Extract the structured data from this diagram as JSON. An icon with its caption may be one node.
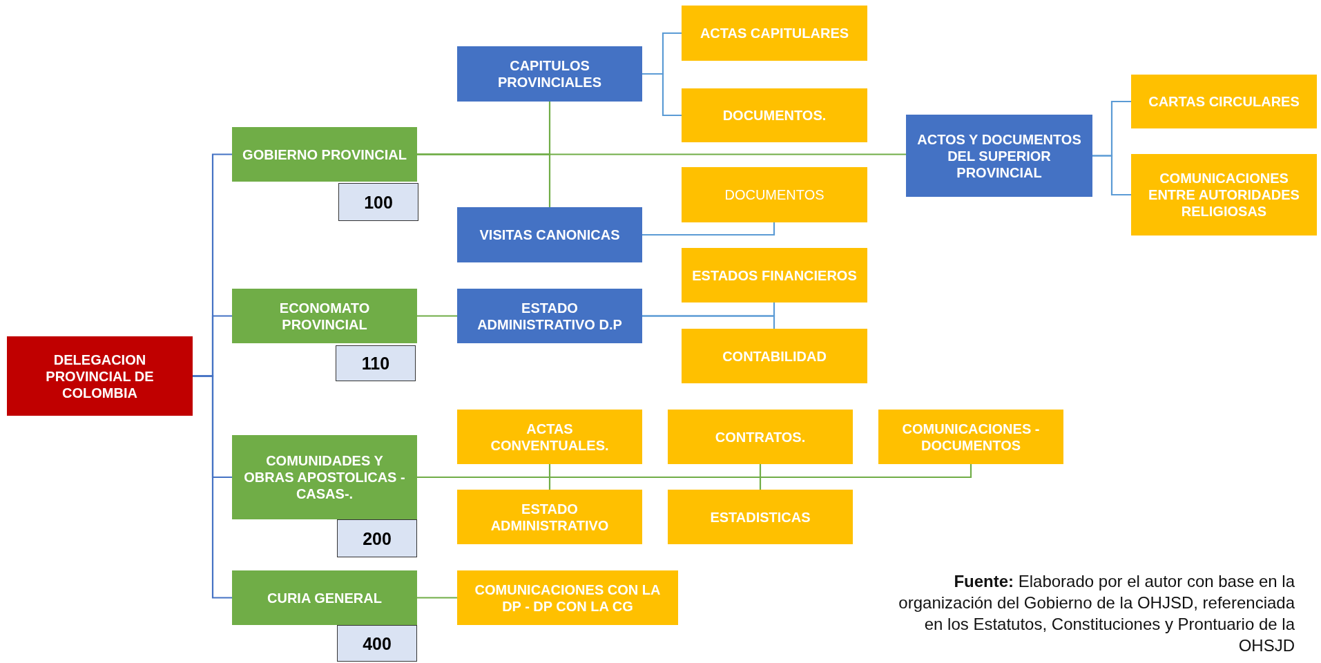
{
  "diagram": {
    "caption": "**Fuente:** Elaborado por el autor con base en la organización del Gobierno de la OHJSD, referenciada en los Estatutos, Constituciones y Prontuario de la OHSJD",
    "nodes": [
      {
        "text": [
          "DELEGACION PROVINCIAL DE COLOMBIA"
        ]
      },
      {
        "text": [
          "GOBIERNO PROVINCIAL"
        ]
      },
      {
        "text": [
          "100"
        ]
      },
      {
        "text": [
          "CAPITULOS PROVINCIALES"
        ]
      },
      {
        "text": [
          "VISITAS CANONICAS"
        ]
      },
      {
        "text": [
          "ACTAS CAPITULARES"
        ]
      },
      {
        "text": [
          "DOCUMENTOS."
        ]
      },
      {
        "text": [
          "DOCUMENTOS"
        ]
      },
      {
        "text": [
          "ACTOS Y DOCUMENTOS DEL SUPERIOR PROVINCIAL"
        ]
      },
      {
        "text": [
          "CARTAS CIRCULARES"
        ]
      },
      {
        "text": [
          "COMUNICACIONES ENTRE AUTORIDADES RELIGIOSAS"
        ]
      },
      {
        "text": [
          "ECONOMATO PROVINCIAL"
        ]
      },
      {
        "text": [
          "110"
        ]
      },
      {
        "text": [
          "ESTADO ADMINISTRATIVO D.P"
        ]
      },
      {
        "text": [
          "ESTADOS FINANCIEROS"
        ]
      },
      {
        "text": [
          "CONTABILIDAD"
        ]
      },
      {
        "text": [
          "COMUNIDADES Y OBRAS APOSTOLICAS -CASAS-."
        ]
      },
      {
        "text": [
          "200"
        ]
      },
      {
        "text": [
          "ACTAS CONVENTUALES."
        ]
      },
      {
        "text": [
          "CONTRATOS."
        ]
      },
      {
        "text": [
          "COMUNICACIONES - DOCUMENTOS"
        ]
      },
      {
        "text": [
          "ESTADO ADMINISTRATIVO"
        ]
      },
      {
        "text": [
          "ESTADISTICAS"
        ]
      },
      {
        "text": [
          "CURIA GENERAL"
        ]
      },
      {
        "text": [
          "400"
        ]
      },
      {
        "text": [
          "COMUNICACIONES CON LA DP - DP CON LA CG"
        ]
      }
    ],
    "edges": [
      {
        "from": 0,
        "to": 1,
        "arrow": "none",
        "color": "#4472c4"
      },
      {
        "from": 0,
        "to": 11,
        "arrow": "none",
        "color": "#4472c4"
      },
      {
        "from": 0,
        "to": 16,
        "arrow": "none",
        "color": "#4472c4"
      },
      {
        "from": 0,
        "to": 23,
        "arrow": "none",
        "color": "#4472c4"
      },
      {
        "from": 1,
        "to": 3,
        "arrow": "none"
      },
      {
        "from": 1,
        "to": 4,
        "arrow": "none"
      },
      {
        "from": 1,
        "to": 8,
        "arrow": "none"
      },
      {
        "from": 3,
        "to": 5,
        "arrow": "none",
        "color": "#5b9bd5"
      },
      {
        "from": 3,
        "to": 6,
        "arrow": "none",
        "color": "#5b9bd5"
      },
      {
        "from": 4,
        "to": 7,
        "arrow": "none",
        "color": "#5b9bd5"
      },
      {
        "from": 8,
        "to": 9,
        "arrow": "none",
        "color": "#5b9bd5"
      },
      {
        "from": 8,
        "to": 10,
        "arrow": "none",
        "color": "#5b9bd5"
      },
      {
        "from": 11,
        "to": 13,
        "arrow": "none"
      },
      {
        "from": 13,
        "to": 14,
        "arrow": "none",
        "color": "#5b9bd5"
      },
      {
        "from": 13,
        "to": 15,
        "arrow": "none",
        "color": "#5b9bd5"
      },
      {
        "from": 16,
        "to": 18,
        "arrow": "none"
      },
      {
        "from": 16,
        "to": 21,
        "arrow": "none"
      },
      {
        "from": 16,
        "to": 19,
        "arrow": "none"
      },
      {
        "from": 16,
        "to": 22,
        "arrow": "none"
      },
      {
        "from": 16,
        "to": 20,
        "arrow": "none"
      },
      {
        "from": 23,
        "to": 25,
        "arrow": "none"
      }
    ]
  }
}
